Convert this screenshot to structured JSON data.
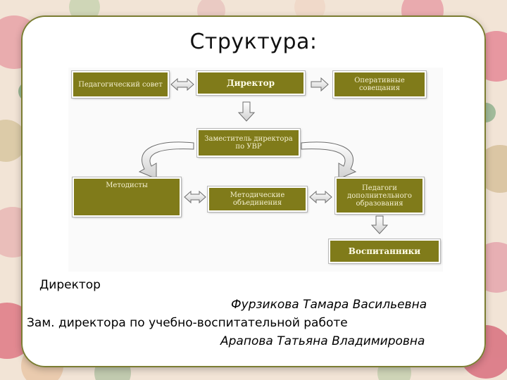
{
  "slide": {
    "title": "Структура:",
    "nodes": {
      "pedagogical_council": "Педагогический совет",
      "director": "Директор",
      "operative_meetings": "Оперативные совещания",
      "deputy_director": "Заместитель директора по УВР",
      "methodists": "Методисты",
      "methodical_associations": "Методические объединения",
      "additional_education_teachers": "Педагоги дополнительного образования",
      "pupils": "Воспитанники"
    },
    "staff": {
      "director_label": "Директор",
      "director_name": "Фурзикова Тамара Васильевна",
      "deputy_label": "Зам. директора по учебно-воспитательной работе",
      "deputy_name": "Арапова Татьяна Владимировна"
    },
    "colors": {
      "node_fill": "#807b1a",
      "node_text": "#f4f0d0",
      "card_border": "#7b7d32"
    }
  }
}
